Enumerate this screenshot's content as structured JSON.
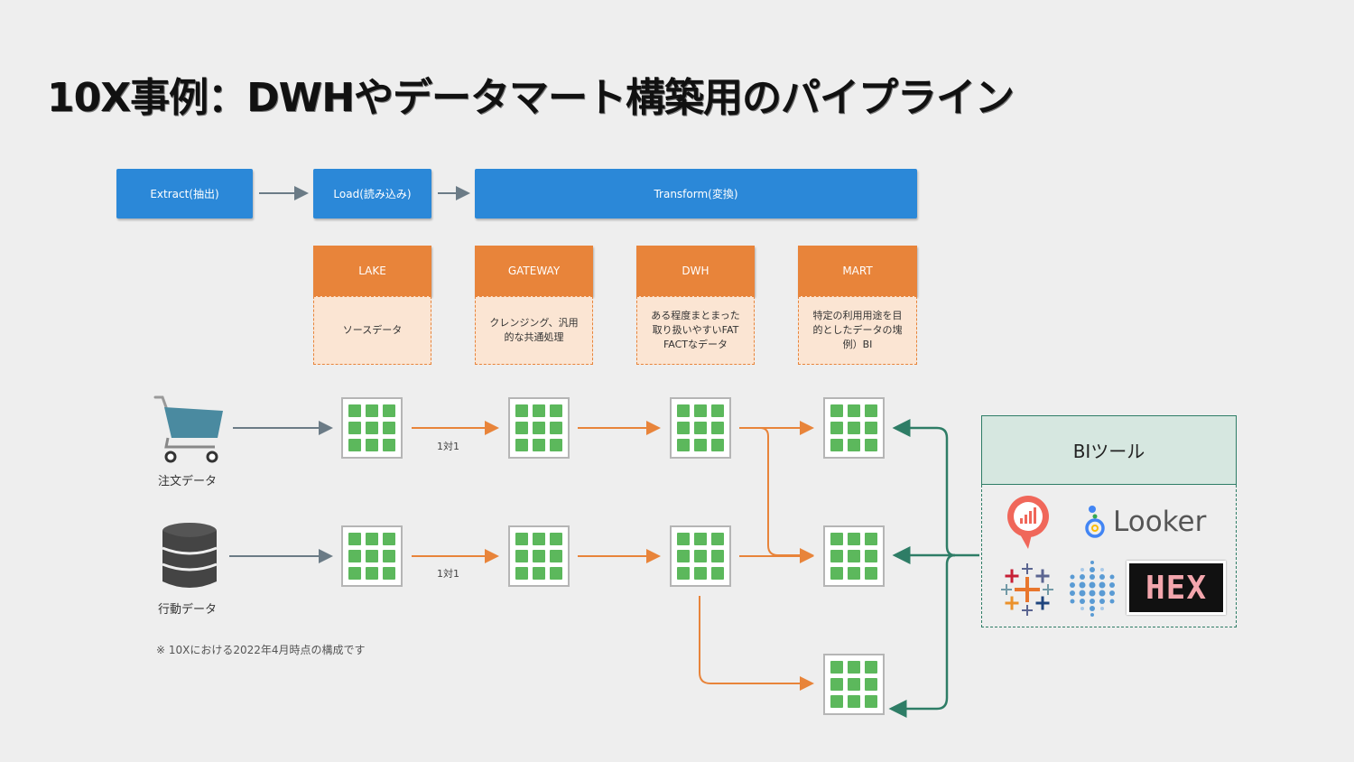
{
  "title": "10X事例：DWHやデータマート構築用のパイプライン",
  "stages": {
    "extract": "Extract(抽出)",
    "load": "Load(読み込み)",
    "transform": "Transform(変換)"
  },
  "layers": [
    {
      "name": "LAKE",
      "desc": "ソースデータ"
    },
    {
      "name": "GATEWAY",
      "desc_lines": [
        "クレンジング、汎用",
        "的な共通処理"
      ]
    },
    {
      "name": "DWH",
      "desc_lines": [
        "ある程度まとまった",
        "取り扱いやすいFAT",
        "FACTなデータ"
      ]
    },
    {
      "name": "MART",
      "desc_lines": [
        "特定の利用用途を目",
        "的としたデータの塊",
        "例）BI"
      ]
    }
  ],
  "sources": {
    "orders": "注文データ",
    "behavior": "行動データ"
  },
  "one_to_one": "1対1",
  "note": "※ 10Xにおける2022年4月時点の構成です",
  "bi": {
    "title": "BIツール",
    "tools": {
      "looker": "Looker",
      "hex": "HEX"
    }
  },
  "colors": {
    "blue": "#2b88d8",
    "orange": "#e8843a",
    "green": "#5cb85c",
    "teal": "#2e7d66",
    "gray_arrow": "#6b7b86"
  },
  "icons": [
    "shopping-cart-icon",
    "database-icon",
    "table-icon",
    "redash-icon",
    "looker-icon",
    "tableau-icon",
    "data-dots-icon",
    "hex-logo"
  ]
}
